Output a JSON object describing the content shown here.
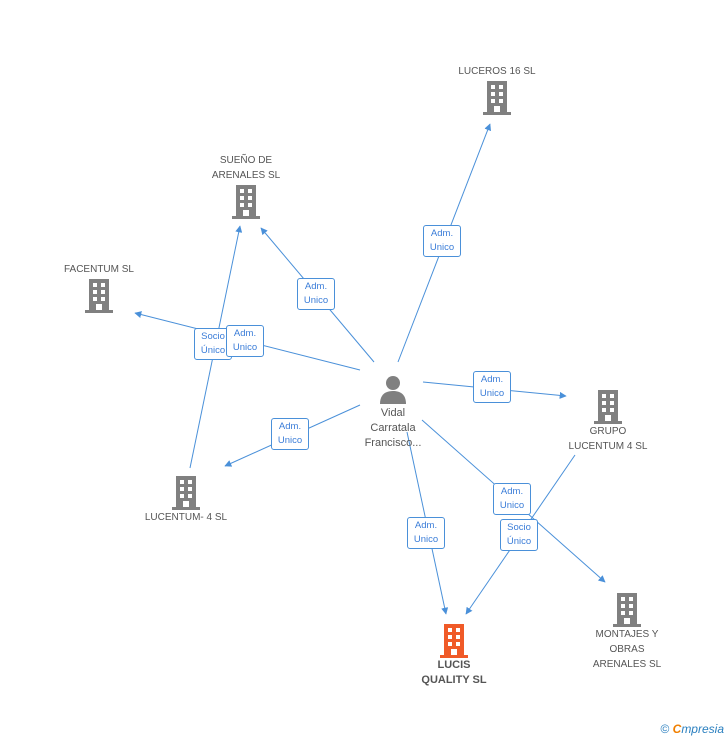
{
  "colors": {
    "edge": "#4a90d9",
    "company_icon": "#808080",
    "main_icon": "#f05a28",
    "person_icon": "#808080"
  },
  "nodes": {
    "lucis": {
      "label": "LUCIS\nQUALITY SL",
      "icon": "building-icon"
    },
    "luceros": {
      "label": "LUCEROS 16 SL",
      "icon": "building-icon"
    },
    "sueno": {
      "label": "SUEÑO DE\nARENALES SL",
      "icon": "building-icon"
    },
    "facentum": {
      "label": "FACENTUM SL",
      "icon": "building-icon"
    },
    "grupo": {
      "label": "GRUPO\nLUCENTUM 4 SL",
      "icon": "building-icon"
    },
    "lucentum": {
      "label": "LUCENTUM- 4 SL",
      "icon": "building-icon"
    },
    "montajes": {
      "label": "MONTAJES Y\nOBRAS\nARENALES SL",
      "icon": "building-icon"
    },
    "person": {
      "label": "Vidal\nCarratala\nFrancisco...",
      "icon": "person-icon"
    }
  },
  "edges": {
    "e_luceros": {
      "label": "Adm.\nUnico"
    },
    "e_sueno": {
      "label": "Adm.\nUnico"
    },
    "e_facentum": {
      "label": "Adm.\nUnico"
    },
    "e_lucentum_sueno": {
      "label": "Socio\nÚnico"
    },
    "e_grupo": {
      "label": "Adm.\nUnico"
    },
    "e_lucentum": {
      "label": "Adm.\nUnico"
    },
    "e_lucis": {
      "label": "Adm.\nUnico"
    },
    "e_montajes": {
      "label": "Adm.\nUnico"
    },
    "e_grupo_lucis": {
      "label": "Socio\nÚnico"
    }
  },
  "footer": {
    "copyright_symbol": "©",
    "brand_first": "C",
    "brand_rest": "mpresia"
  }
}
